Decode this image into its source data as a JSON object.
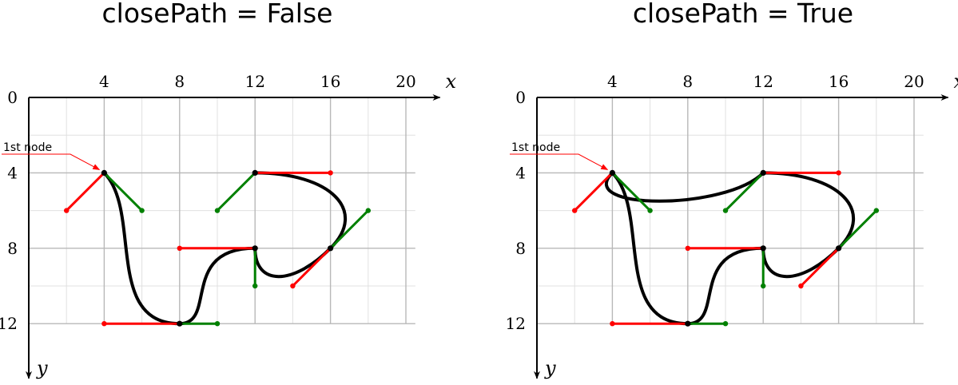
{
  "panels": [
    {
      "title": "closePath = False",
      "close_path": false
    },
    {
      "title": "closePath = True",
      "close_path": true
    }
  ],
  "axes": {
    "x_label": "x",
    "y_label": "y",
    "x_ticks": [
      "4",
      "8",
      "12",
      "16",
      "20"
    ],
    "y_ticks": [
      "0",
      "4",
      "8",
      "12"
    ],
    "x_range": [
      0,
      20
    ],
    "y_range": [
      0,
      12
    ],
    "grid": true
  },
  "annotation": {
    "text": "1st node"
  },
  "nodes": [
    {
      "x": 4,
      "y": 4,
      "in_handle": [
        2,
        6
      ],
      "out_handle": [
        6,
        6
      ]
    },
    {
      "x": 8,
      "y": 12,
      "in_handle": [
        4,
        12
      ],
      "out_handle": [
        10,
        12
      ]
    },
    {
      "x": 12,
      "y": 8,
      "in_handle": [
        8,
        8
      ],
      "out_handle": [
        12,
        10
      ]
    },
    {
      "x": 16,
      "y": 8,
      "in_handle": [
        14,
        10
      ],
      "out_handle": [
        18,
        6
      ]
    },
    {
      "x": 12,
      "y": 4,
      "in_handle": [
        16,
        4
      ],
      "out_handle": [
        10,
        6
      ]
    }
  ],
  "colors": {
    "curve": "#000000",
    "in_handle": "#ff0000",
    "out_handle": "#008000",
    "grid": "#b8b8b8",
    "minor_grid": "#e0e0e0"
  }
}
